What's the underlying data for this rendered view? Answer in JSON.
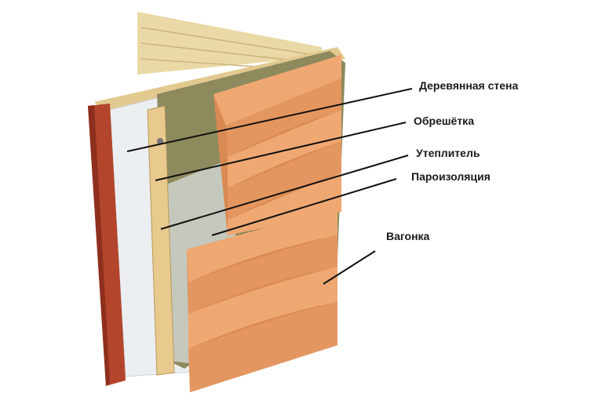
{
  "labels": {
    "wooden_wall": "Деревянная стена",
    "battens": "Обрешётка",
    "insulation": "Утеплитель",
    "vapor_barrier": "Пароизоляция",
    "clapboard": "Вагонка"
  },
  "colors": {
    "wood_light": "#e9d9a8",
    "insulation": "#8d8a5e",
    "membrane": "#e8ecee",
    "siding": "#d98a52",
    "corner_post": "#b3452c",
    "leader_line": "#111111"
  }
}
